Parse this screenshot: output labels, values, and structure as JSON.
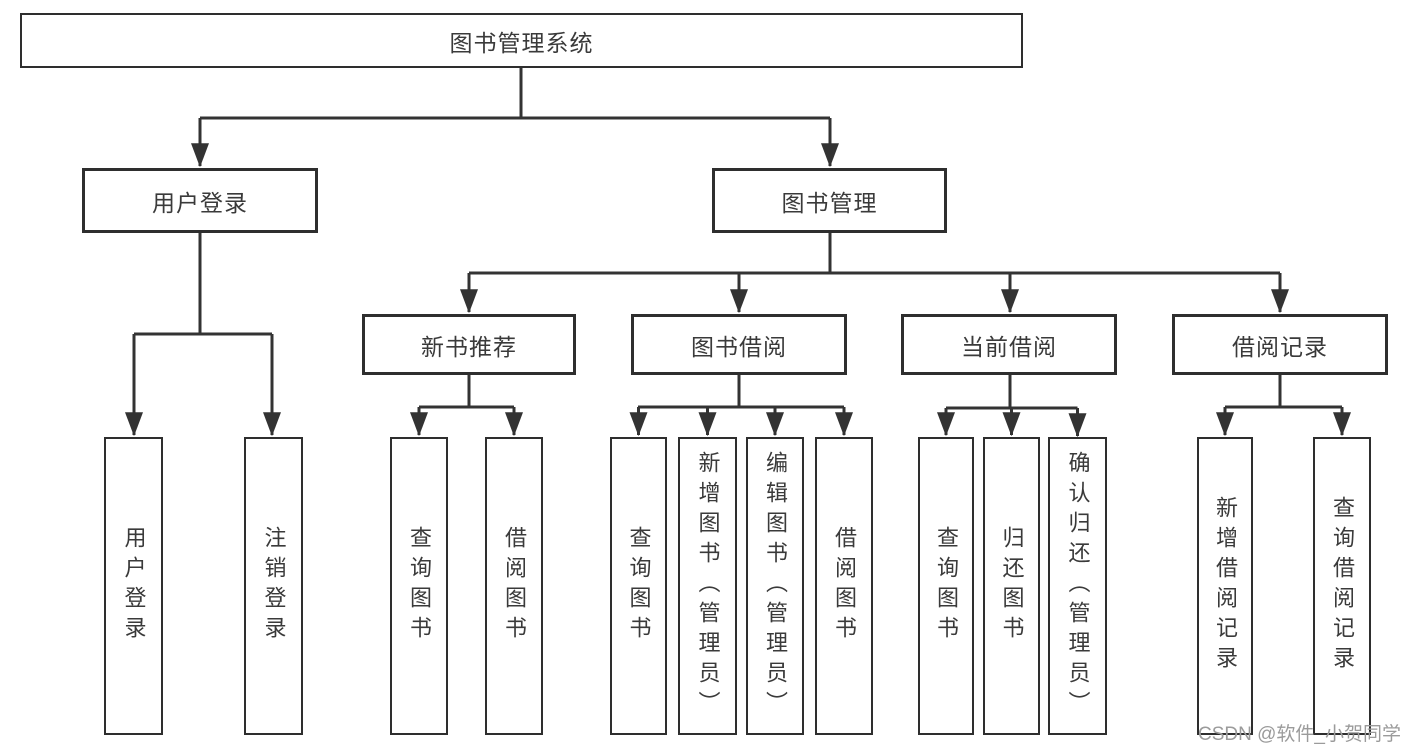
{
  "diagram": {
    "root": "图书管理系统",
    "user_login": "用户登录",
    "book_mgmt": "图书管理",
    "new_book_rec": "新书推荐",
    "book_borrow": "图书借阅",
    "current_borrow": "当前借阅",
    "borrow_records": "借阅记录",
    "leaf_user_login": "用户登录",
    "leaf_logout": "注销登录",
    "nb_query_books": "查询图书",
    "nb_borrow_books": "借阅图书",
    "bb_query_books": "查询图书",
    "bb_add_books": "新增图书（管理员）",
    "bb_edit_books": "编辑图书（管理员）",
    "bb_borrow_books": "借阅图书",
    "cb_query_books": "查询图书",
    "cb_return_books": "归还图书",
    "cb_confirm_return": "确认归还（管理员）",
    "br_add_record": "新增借阅记录",
    "br_query_record": "查询借阅记录"
  },
  "watermark": "CSDN @软件_小贺同学",
  "colors": {
    "line": "#333333",
    "box_border": "#2e2e2e",
    "text": "#3a3a3a",
    "watermark": "#9b9b9b",
    "background": "#ffffff"
  }
}
